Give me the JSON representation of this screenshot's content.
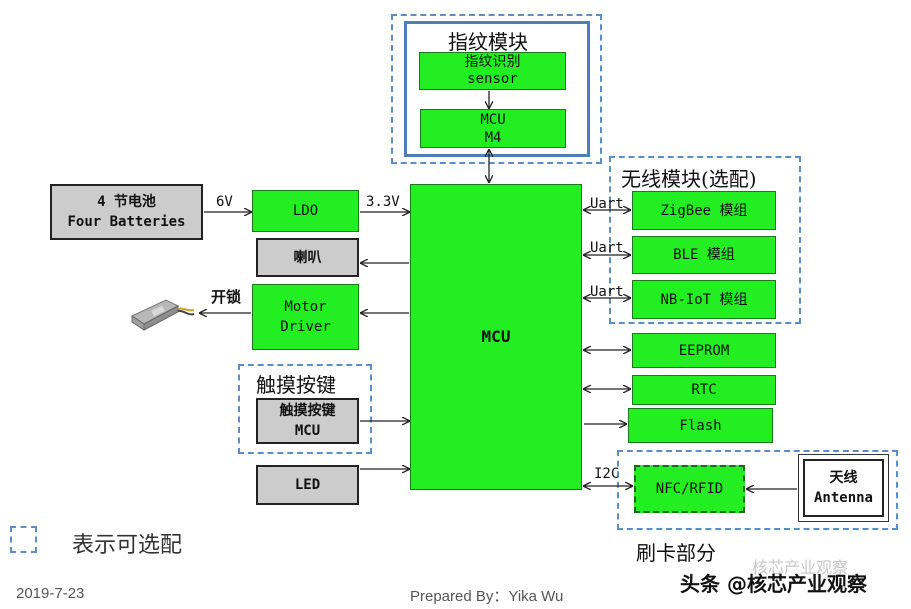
{
  "modules": {
    "battery": [
      "4 节电池",
      "Four Batteries"
    ],
    "ldo": "LDO",
    "speaker": "喇叭",
    "motor": [
      "Motor",
      "Driver"
    ],
    "touch": [
      "触摸按键",
      "MCU"
    ],
    "led": "LED",
    "mcu_main": "MCU",
    "fp_sensor": [
      "指纹识别",
      "sensor"
    ],
    "fp_mcu": [
      "MCU",
      "M4"
    ],
    "zigbee": "ZigBee 模组",
    "ble": "BLE 模组",
    "nbiot": "NB-IoT 模组",
    "eeprom": "EEPROM",
    "rtc": "RTC",
    "flash": "Flash",
    "nfc": "NFC/RFID",
    "antenna": [
      "天线",
      "Antenna"
    ]
  },
  "groups": {
    "fingerprint": "指纹模块",
    "wireless": "无线模块(选配)",
    "touch": "触摸按键",
    "card": "刷卡部分"
  },
  "labels": {
    "v6": "6V",
    "v33": "3.3V",
    "unlock": "开锁",
    "uart1": "Uart",
    "uart2": "Uart",
    "uart3": "Uart",
    "i2c": "I2C"
  },
  "legend": {
    "text": "表示可选配"
  },
  "footer": {
    "date": "2019-7-23",
    "prepared": "Prepared By：Yika Wu",
    "watermark": "头条 @核芯产业观察",
    "watermark_bg": "核芯产业观察"
  },
  "colors": {
    "module_green": "#22ee22",
    "module_gray": "#cccccc",
    "dash_blue": "#5b8ec9"
  }
}
